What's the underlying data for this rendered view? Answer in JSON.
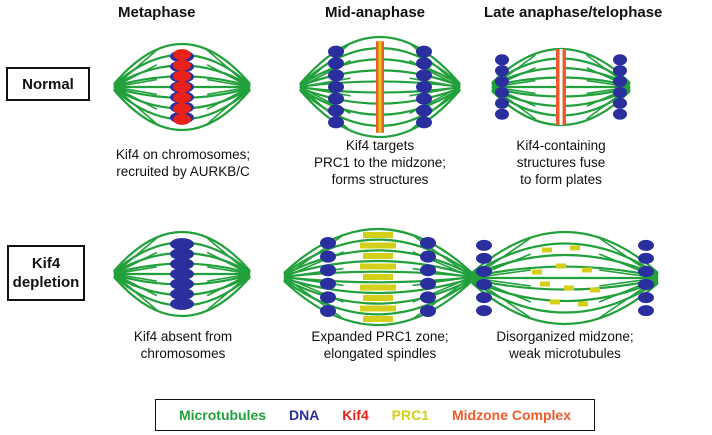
{
  "columns": [
    "Metaphase",
    "Mid-anaphase",
    "Late anaphase/telophase"
  ],
  "rows": [
    {
      "label_lines": [
        "Normal"
      ]
    },
    {
      "label_lines": [
        "Kif4",
        "depletion"
      ]
    }
  ],
  "captions": {
    "normal": [
      [
        "Kif4 on chromosomes;",
        "recruited by AURKB/C"
      ],
      [
        "Kif4 targets",
        "PRC1 to the midzone;",
        "forms structures"
      ],
      [
        "Kif4-containing",
        "structures fuse",
        "to form plates"
      ]
    ],
    "depleted": [
      [
        "Kif4 absent from",
        "chromosomes"
      ],
      [
        "Expanded PRC1 zone;",
        "elongated spindles"
      ],
      [
        "Disorganized midzone;",
        "weak microtubules"
      ]
    ]
  },
  "legend": [
    {
      "label": "Microtubules",
      "color": "#22a03c"
    },
    {
      "label": "DNA",
      "color": "#2b2f9e"
    },
    {
      "label": "Kif4",
      "color": "#e8221b"
    },
    {
      "label": "PRC1",
      "color": "#d4cf1a"
    },
    {
      "label": "Midzone Complex",
      "color": "#ef5a2a"
    }
  ]
}
